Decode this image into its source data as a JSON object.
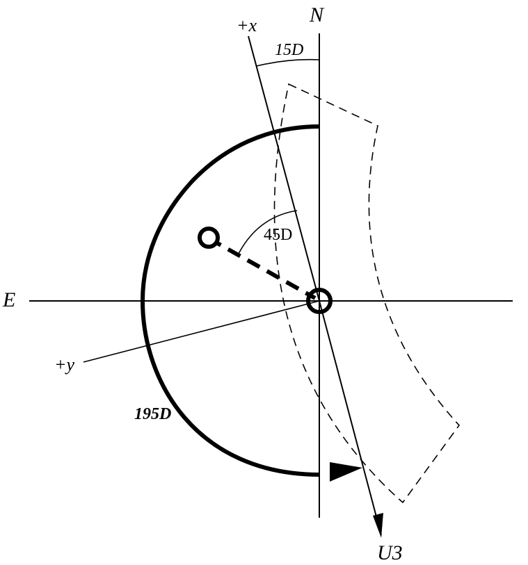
{
  "labels": {
    "north": "N",
    "east": "E",
    "plus_x": "+x",
    "plus_y": "+y",
    "angle_15": "15D",
    "angle_45": "45D",
    "angle_195": "195D",
    "u3": "U3"
  },
  "colors": {
    "stroke": "#000000",
    "background": "#ffffff"
  }
}
